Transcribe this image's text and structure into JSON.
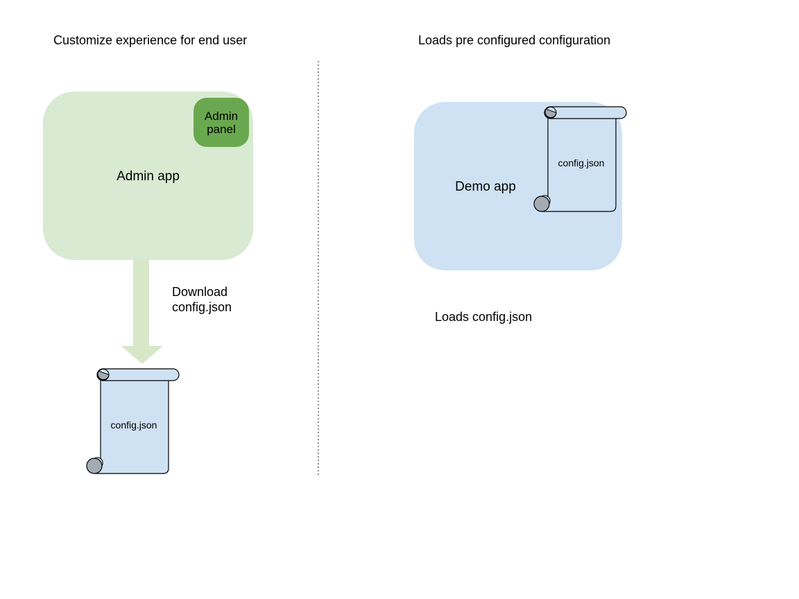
{
  "diagram": {
    "left": {
      "title": "Customize experience for end user",
      "admin_app_label": "Admin app",
      "admin_panel_label": "Admin\npanel",
      "arrow_caption": "Download\nconfig.json",
      "config_file_label": "config.json"
    },
    "right": {
      "title": "Loads pre configured configuration",
      "demo_app_label": "Demo app",
      "config_file_label": "config.json",
      "caption": "Loads config.json"
    },
    "colors": {
      "admin_app_fill": "#d9ead3",
      "admin_panel_fill": "#6aa84f",
      "arrow_fill": "#d7e7c8",
      "demo_app_fill": "#cfe2f3",
      "scroll_fill": "#cfe2f3",
      "scroll_curl_gray": "#a3abb3",
      "divider_gray": "#8f8f8f",
      "text": "#000000"
    }
  }
}
